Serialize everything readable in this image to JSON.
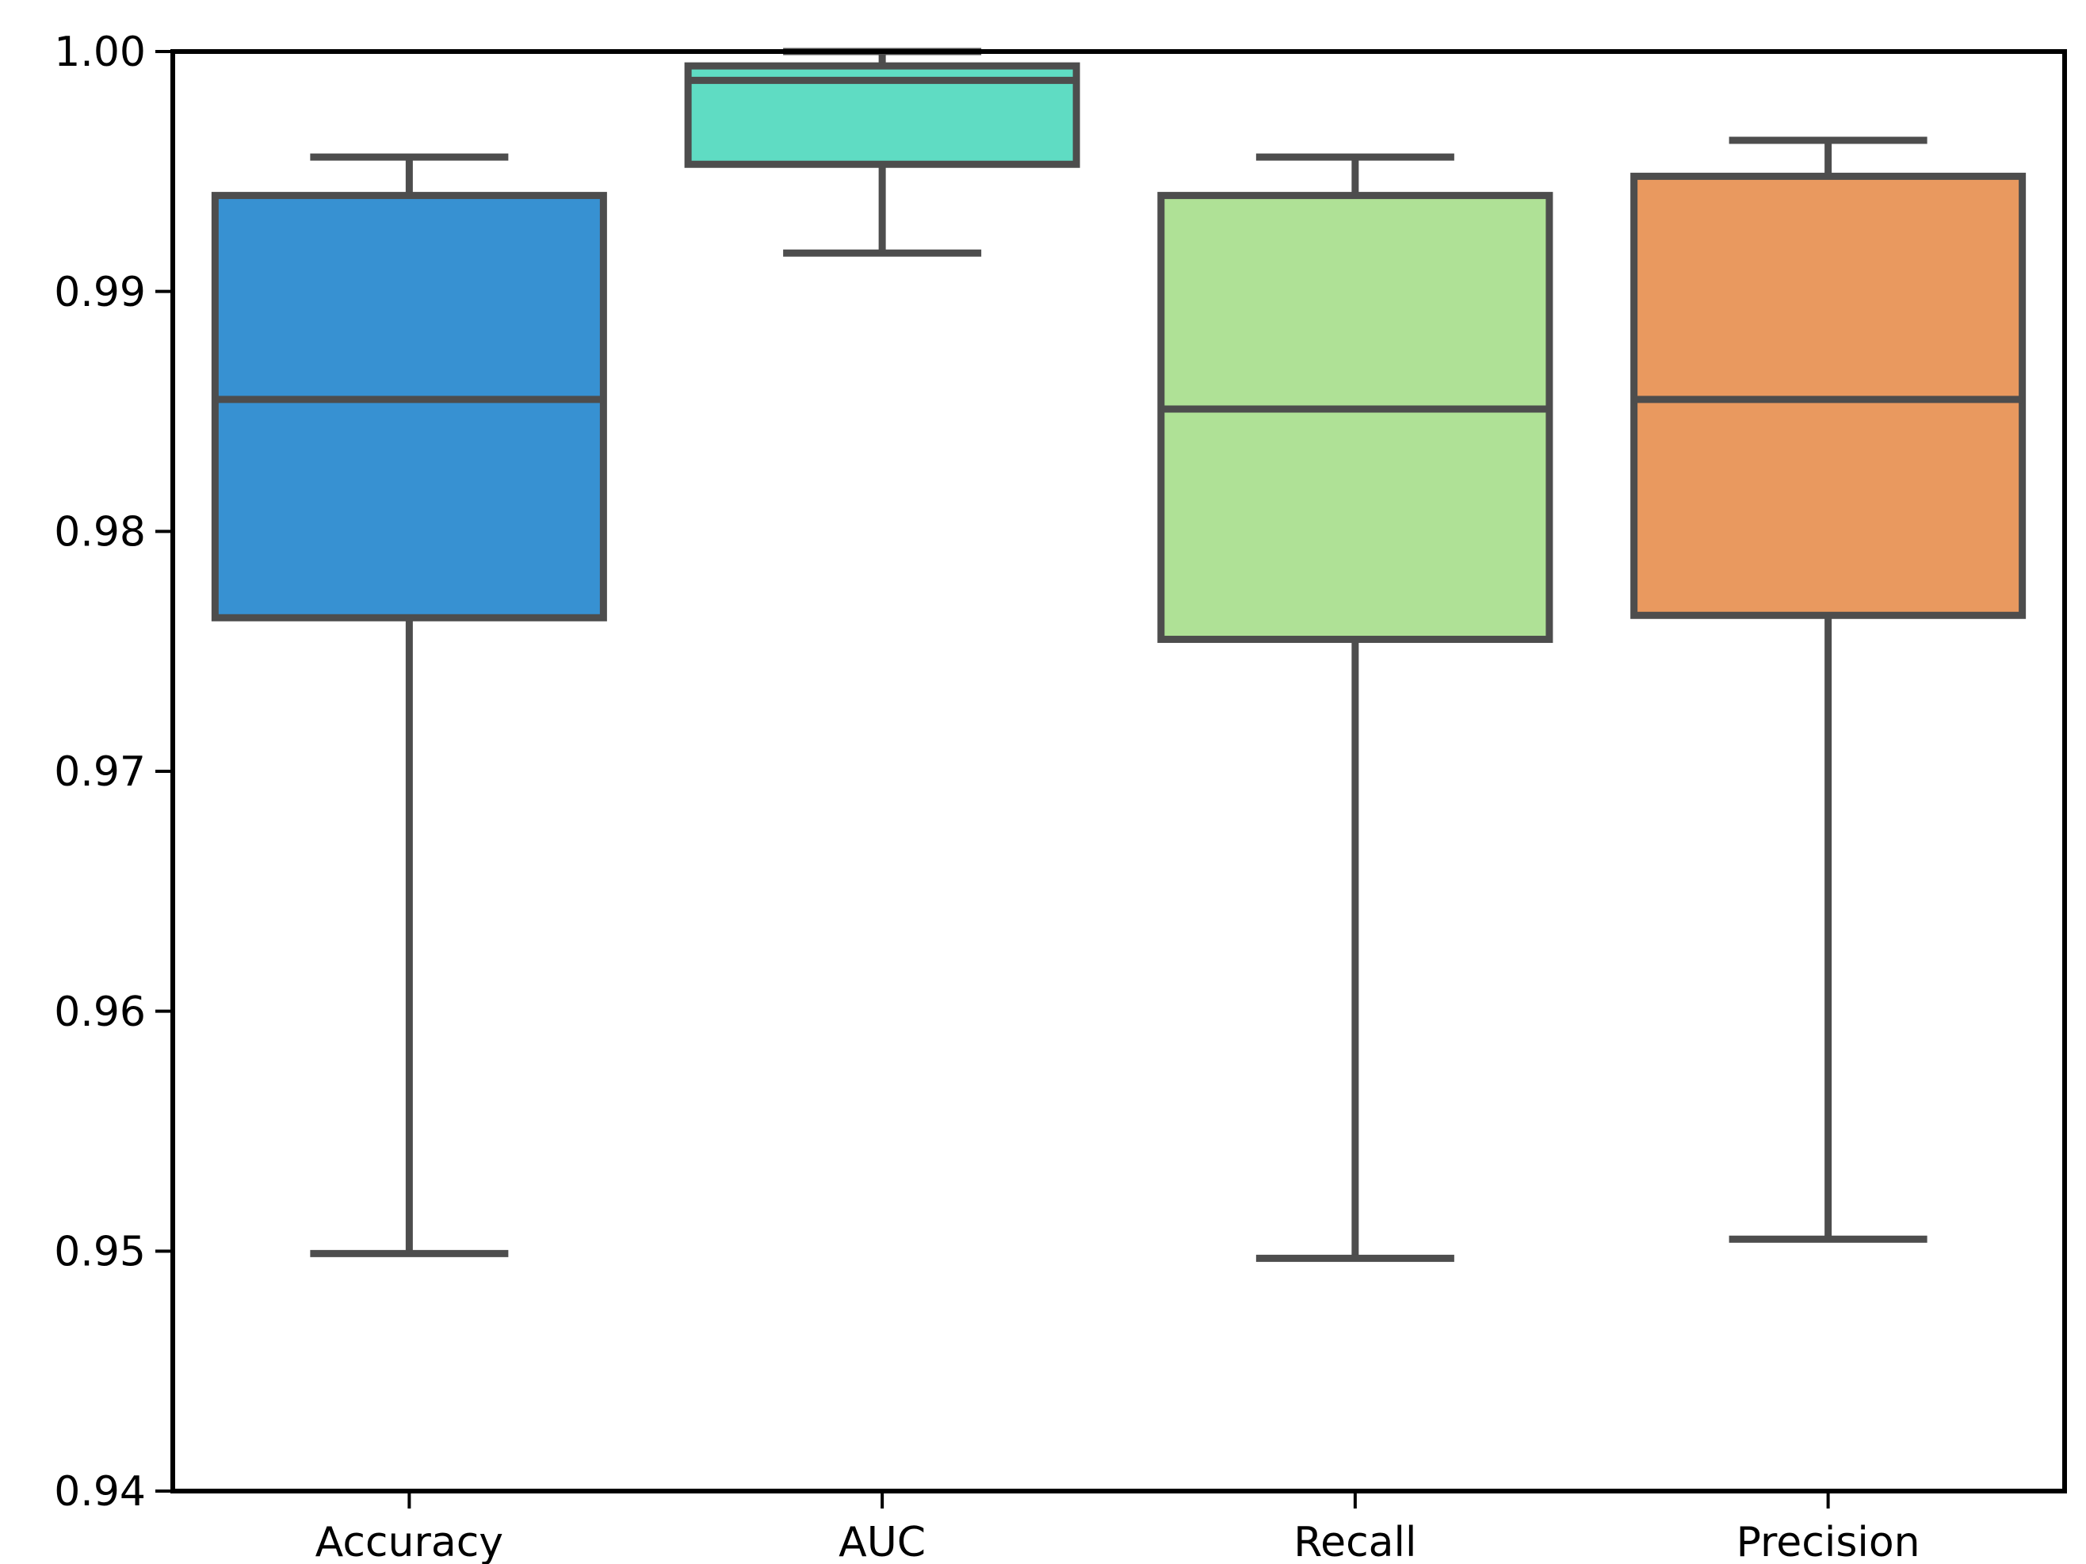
{
  "figure": {
    "title": "",
    "background_color": "#FFFFFF",
    "spine_color": "#000000",
    "box_edge_color": "#4D4D4D"
  },
  "chart_data": {
    "type": "box",
    "title": "",
    "xlabel": "",
    "ylabel": "",
    "grid": false,
    "legend": "none",
    "ylim": [
      0.94,
      1.0
    ],
    "categories": [
      "Accuracy",
      "AUC",
      "Recall",
      "Precision"
    ],
    "yticks": [
      {
        "value": 1.0,
        "label": "1.00"
      },
      {
        "value": 0.99,
        "label": "0.99"
      },
      {
        "value": 0.98,
        "label": "0.98"
      },
      {
        "value": 0.97,
        "label": "0.97"
      },
      {
        "value": 0.96,
        "label": "0.96"
      },
      {
        "value": 0.95,
        "label": "0.95"
      },
      {
        "value": 0.94,
        "label": "0.94"
      }
    ],
    "series": [
      {
        "name": "Accuracy",
        "color": "#3791D2",
        "whisker_low": 0.9499,
        "q1": 0.9764,
        "median": 0.9855,
        "q3": 0.994,
        "whisker_high": 0.9956
      },
      {
        "name": "AUC",
        "color": "#5FDCC3",
        "whisker_low": 0.9916,
        "q1": 0.9953,
        "median": 0.9988,
        "q3": 0.9994,
        "whisker_high": 1.0
      },
      {
        "name": "Recall",
        "color": "#AFE196",
        "whisker_low": 0.9497,
        "q1": 0.9755,
        "median": 0.9851,
        "q3": 0.994,
        "whisker_high": 0.9956
      },
      {
        "name": "Precision",
        "color": "#E9995F",
        "whisker_low": 0.9505,
        "q1": 0.9765,
        "median": 0.9855,
        "q3": 0.9948,
        "whisker_high": 0.9963
      }
    ]
  }
}
